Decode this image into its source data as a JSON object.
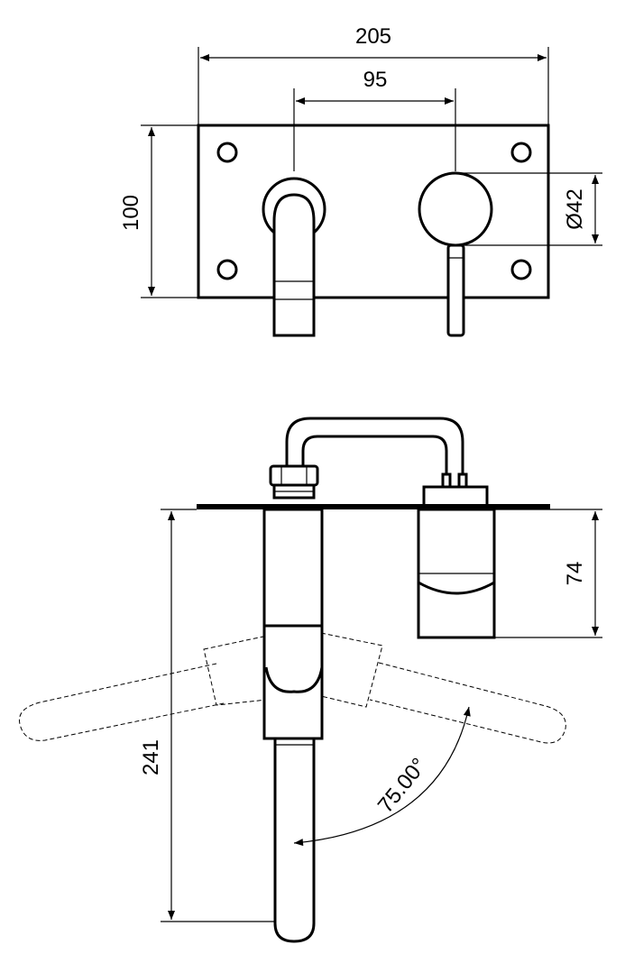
{
  "dimensions": {
    "plate_width": "205",
    "spout_lever_spacing": "95",
    "plate_height": "100",
    "handle_diameter": "Ø42",
    "body_depth": "74",
    "spout_projection": "241",
    "lever_rotation": "75.00°"
  },
  "colors": {
    "ink": "#000000",
    "paper": "#ffffff"
  }
}
